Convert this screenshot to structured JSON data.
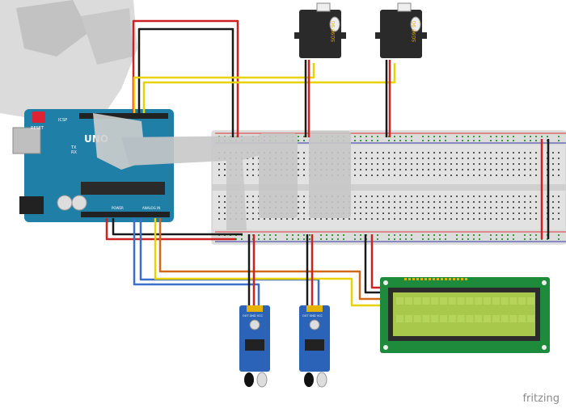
{
  "watermark": "fritzing",
  "arduino": {
    "reset_label": "RESET",
    "icsp_label": "ICSP",
    "tx_label": "TX",
    "rx_label": "RX",
    "brand_text": "UNO",
    "power_label": "POWER",
    "analog_label": "ANALOG IN"
  },
  "servos": [
    {
      "label": "SG90 9G"
    },
    {
      "label": "SG90 9G"
    }
  ],
  "ir_sensors": [
    {
      "pin_labels": "OUT GND VCC"
    },
    {
      "pin_labels": "OUT GND VCC"
    }
  ],
  "lcd": {
    "type": "16x2"
  },
  "colors": {
    "wire_red": "#cc2222",
    "wire_black": "#1a1a1a",
    "wire_yellow": "#e8d200",
    "wire_blue": "#3b6fc9",
    "wire_orange": "#d06a1a",
    "arduino_board": "#1f7fa6",
    "pcb_green": "#1d8a3c",
    "lcd_screen": "#a7c84a",
    "sensor_board": "#2a63b8",
    "servo_body": "#2a2a2a"
  }
}
